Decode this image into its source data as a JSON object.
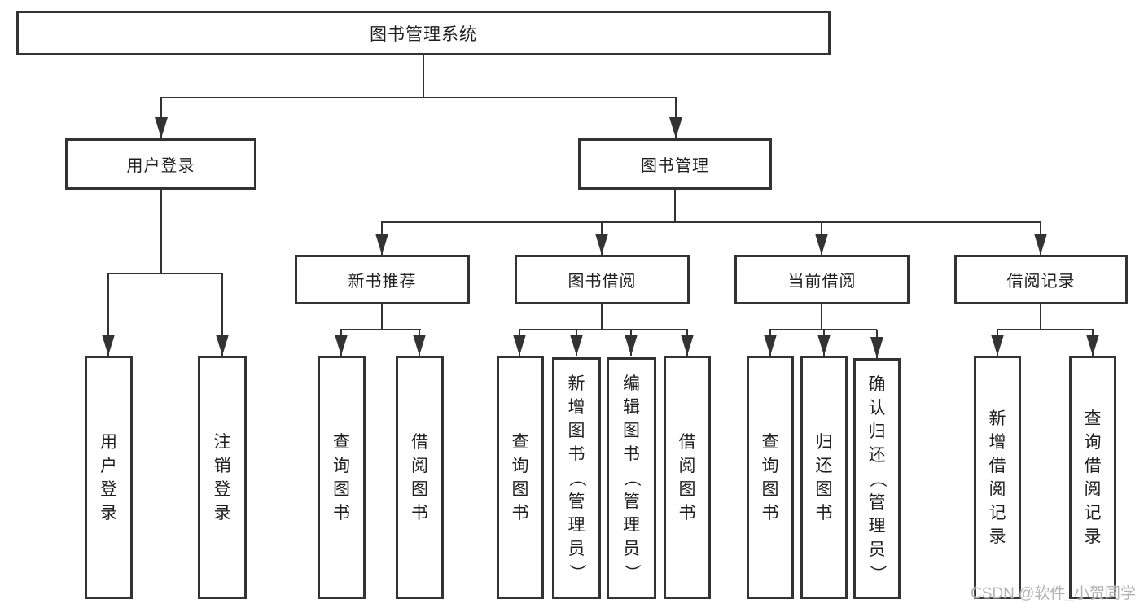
{
  "colors": {
    "line": "#333333",
    "text": "#1f1f1f",
    "background": "#ffffff",
    "watermark": "#b3b3b3"
  },
  "watermark": {
    "text": "CSDN @软件_小贺同学"
  },
  "diagram": {
    "root": {
      "label": "图书管理系统"
    },
    "level2": [
      {
        "label": "用户登录"
      },
      {
        "label": "图书管理"
      }
    ],
    "level3": [
      {
        "label": "新书推荐"
      },
      {
        "label": "图书借阅"
      },
      {
        "label": "当前借阅"
      },
      {
        "label": "借阅记录"
      }
    ],
    "leaves": {
      "user_login": [
        "用户登录",
        "注销登录"
      ],
      "new_book": [
        "查询图书",
        "借阅图书"
      ],
      "book_borrow": [
        "查询图书",
        "新增图书（管理员）",
        "编辑图书（管理员）",
        "借阅图书"
      ],
      "current_borrow": [
        "查询图书",
        "归还图书",
        "确认归还（管理员）"
      ],
      "borrow_record": [
        "新增借阅记录",
        "查询借阅记录"
      ]
    }
  }
}
